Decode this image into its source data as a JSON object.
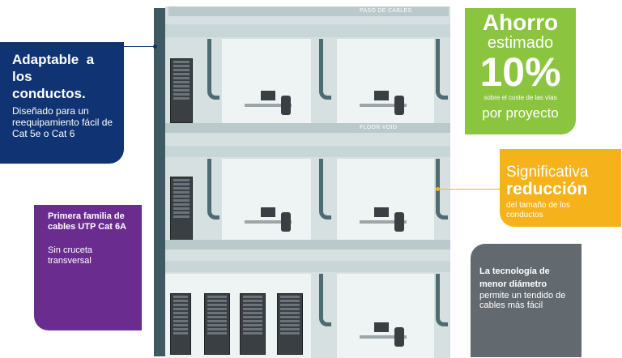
{
  "labels": {
    "paso_de_cables": "PASO DE CABLES",
    "floor_void": "FLOOR VOID"
  },
  "blue_box": {
    "title_line1": "Adaptable  a",
    "title_line2": "los",
    "title_line3": "conductos.",
    "body": "Diseñado para un reequipamiento fácil de Cat 5e o Cat 6"
  },
  "purple_box": {
    "title": "Primera familia de cables UTP Cat 6A",
    "body": "Sin cruceta transversal"
  },
  "green_box": {
    "line1": "Ahorro",
    "line2": "estimado",
    "big": "10%",
    "small": "sobre el coste de las vías",
    "line3": "por proyecto"
  },
  "yellow_box": {
    "line1": "Significativa",
    "line2": "reducción",
    "body": "del tamaño de los conductos"
  },
  "gray_box": {
    "title": "La tecnología de menor diámetro",
    "body": "permite un tendido de cables más fácil"
  },
  "colors": {
    "blue": "#0f3373",
    "purple": "#6a2d8f",
    "green": "#8bc43f",
    "yellow": "#f6b21a",
    "gray": "#626a70"
  }
}
